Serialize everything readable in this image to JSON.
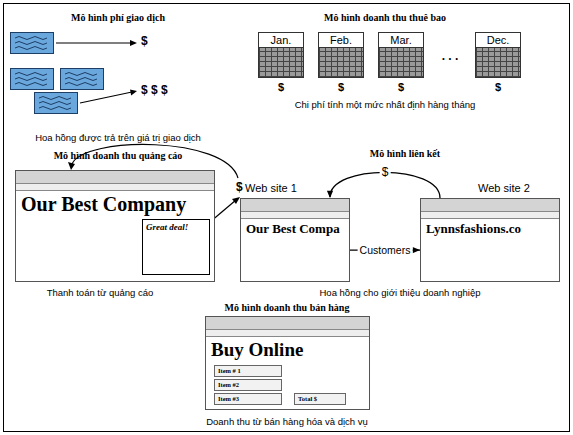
{
  "diagram": {
    "nodes": [
      {
        "text": [
          "Jan."
        ]
      },
      {
        "text": [
          "Feb."
        ]
      },
      {
        "text": [
          "Mar."
        ]
      },
      {
        "text": [
          "Dec."
        ]
      },
      {
        "text": [
          "Our Best Company"
        ]
      },
      {
        "text": [
          "Great deal!"
        ],
        "in": 4
      },
      {
        "text": [
          "Our Best Compa"
        ]
      },
      {
        "text": [
          "Lynnsfashions.co"
        ]
      },
      {
        "text": [
          "Buy Online"
        ]
      },
      {
        "text": [
          "Item # 1"
        ],
        "in": 8
      },
      {
        "text": [
          "Item #2"
        ],
        "in": 8
      },
      {
        "text": [
          "Item #3"
        ],
        "in": 8
      },
      {
        "text": [
          "Total $"
        ],
        "in": 8
      }
    ],
    "edges": [
      {
        "from": 7,
        "to": 6,
        "label": "$",
        "arrow": "to"
      },
      {
        "from": 6,
        "to": 7,
        "label": "Customers",
        "arrow": "to"
      }
    ],
    "labels": [
      "Mô hình phí giao dịch",
      "$",
      "$ $ $",
      "Hoa hồng được trả trên giá trị giao dịch",
      "Mô hình doanh thu thuê bao",
      "$",
      "$",
      "$",
      ". . .",
      "$",
      "Chi phí tính một mức nhất định hàng tháng",
      "Mô hình doanh thu quảng cáo",
      "$",
      "Thanh toán từ quảng cáo",
      "Mô hình liên kết",
      "Web site 1",
      "Web site 2",
      "Hoa hồng cho giới thiệu doanh nghiệp",
      "Mô hình doanh thu bán hàng",
      "Doanh thu từ bán hàng hóa và dịch vụ"
    ]
  }
}
